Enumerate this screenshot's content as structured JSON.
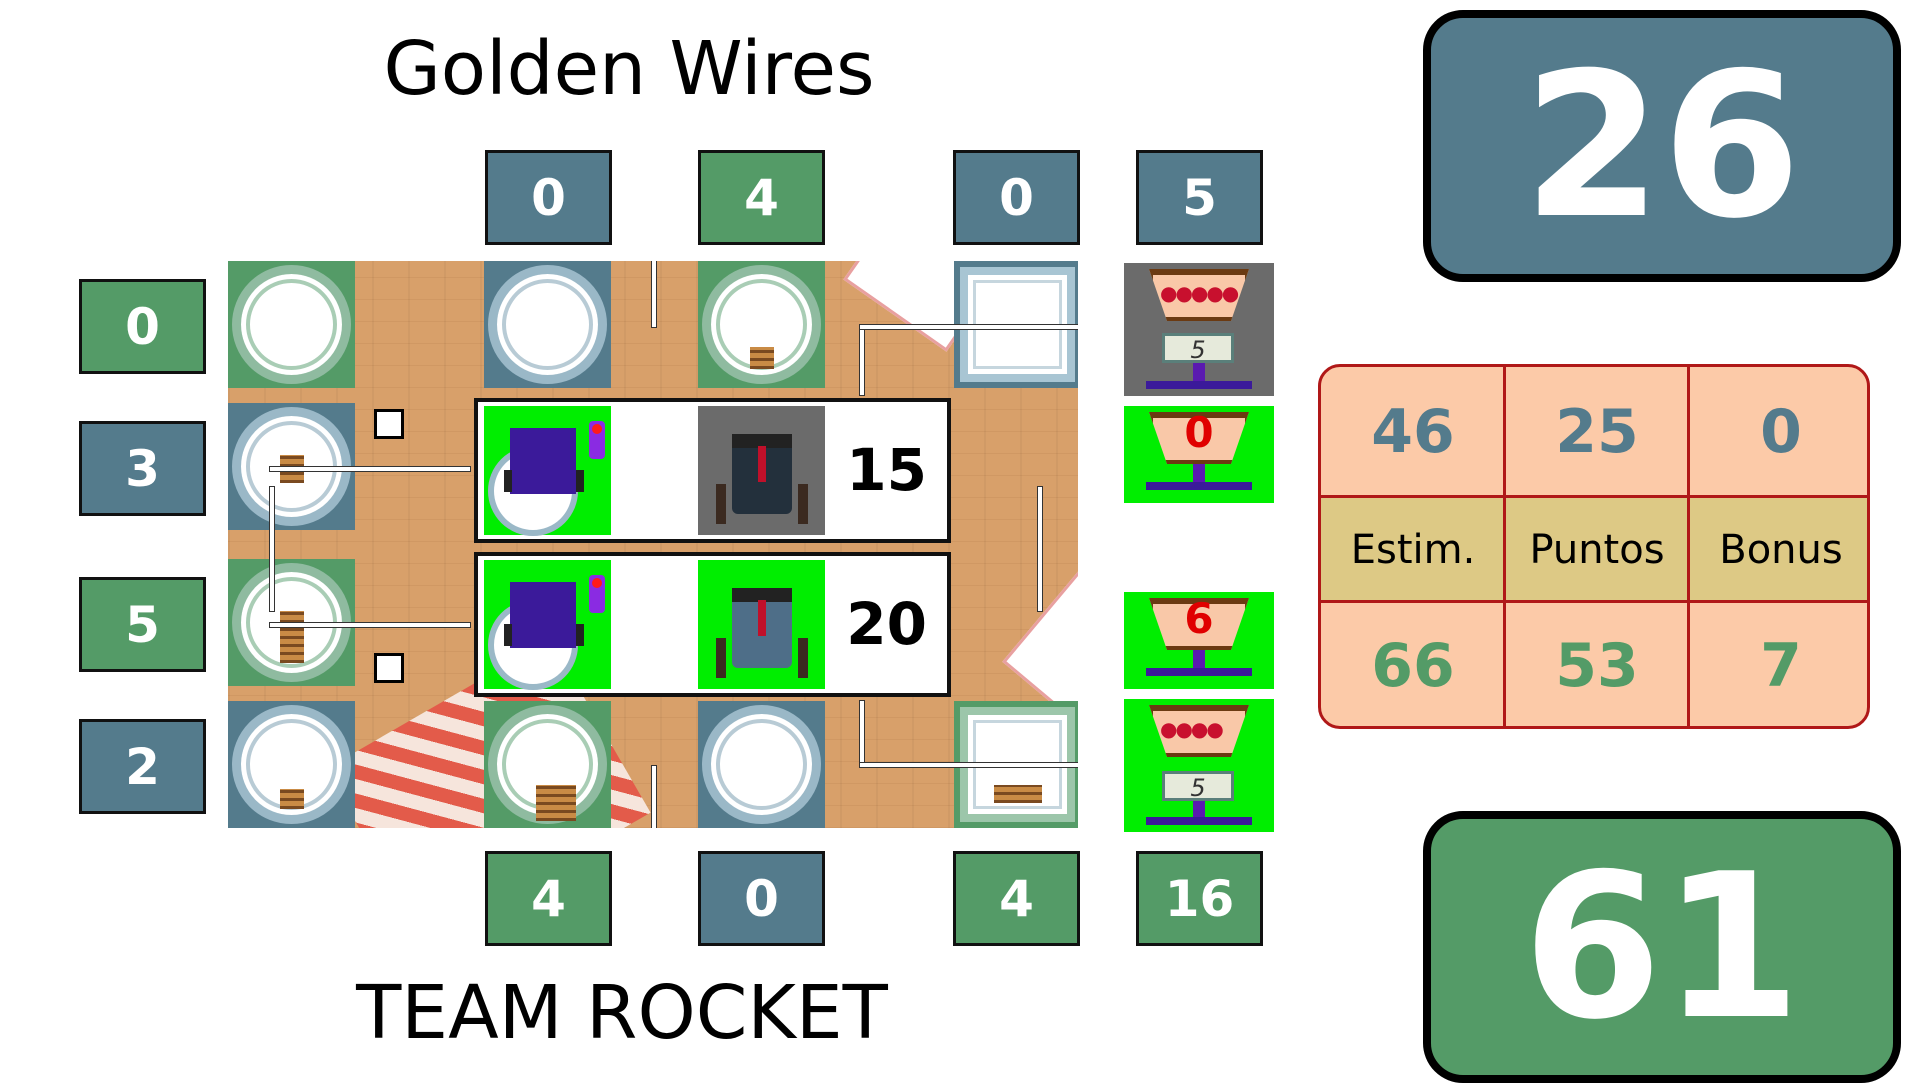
{
  "top_team": {
    "name": "Golden Wires",
    "score": "26"
  },
  "bottom_team": {
    "name": "TEAM ROCKET",
    "score": "61"
  },
  "top_row_values": [
    "0",
    "4",
    "0",
    "5"
  ],
  "bottom_row_values": [
    "4",
    "0",
    "4",
    "16"
  ],
  "left_column_values": [
    "0",
    "3",
    "5",
    "2"
  ],
  "robot_panels": [
    {
      "robot": "purple-robot-icon",
      "waiter": "waiter-icon",
      "value": "15"
    },
    {
      "robot": "purple-robot-icon",
      "waiter": "waiter-icon",
      "value": "20"
    }
  ],
  "side_bins": {
    "top_scale_label": "5",
    "top_bin_value": "0",
    "bottom_bin_value": "6",
    "bottom_scale_label": "5"
  },
  "stats": {
    "top_values": [
      "46",
      "25",
      "0"
    ],
    "labels": [
      "Estim.",
      "Puntos",
      "Bonus"
    ],
    "bottom_values": [
      "66",
      "53",
      "7"
    ]
  },
  "colors": {
    "team_blue": "#547b8c",
    "team_green": "#549b67",
    "highlight": "#00ee00",
    "table_bg": "#fccaa8",
    "table_label": "#ddc985"
  }
}
